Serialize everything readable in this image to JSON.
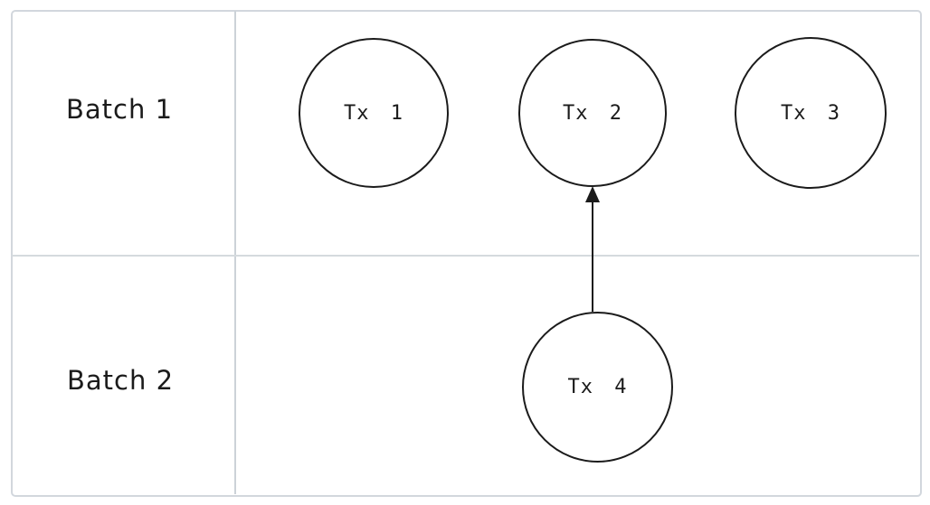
{
  "diagram": {
    "batches": [
      {
        "label": "Batch 1"
      },
      {
        "label": "Batch 2"
      }
    ],
    "transactions": [
      {
        "id": "tx1",
        "label": "Tx 1",
        "batch": "Batch 1"
      },
      {
        "id": "tx2",
        "label": "Tx 2",
        "batch": "Batch 1"
      },
      {
        "id": "tx3",
        "label": "Tx 3",
        "batch": "Batch 1"
      },
      {
        "id": "tx4",
        "label": "Tx 4",
        "batch": "Batch 2"
      }
    ],
    "edges": [
      {
        "from": "tx4",
        "to": "tx2",
        "style": "arrow-up"
      }
    ],
    "colors": {
      "node_stroke": "#1b1b1b",
      "text": "#1b1b1b",
      "grid_lines": "#d2d7dd",
      "background": "#ffffff"
    }
  }
}
